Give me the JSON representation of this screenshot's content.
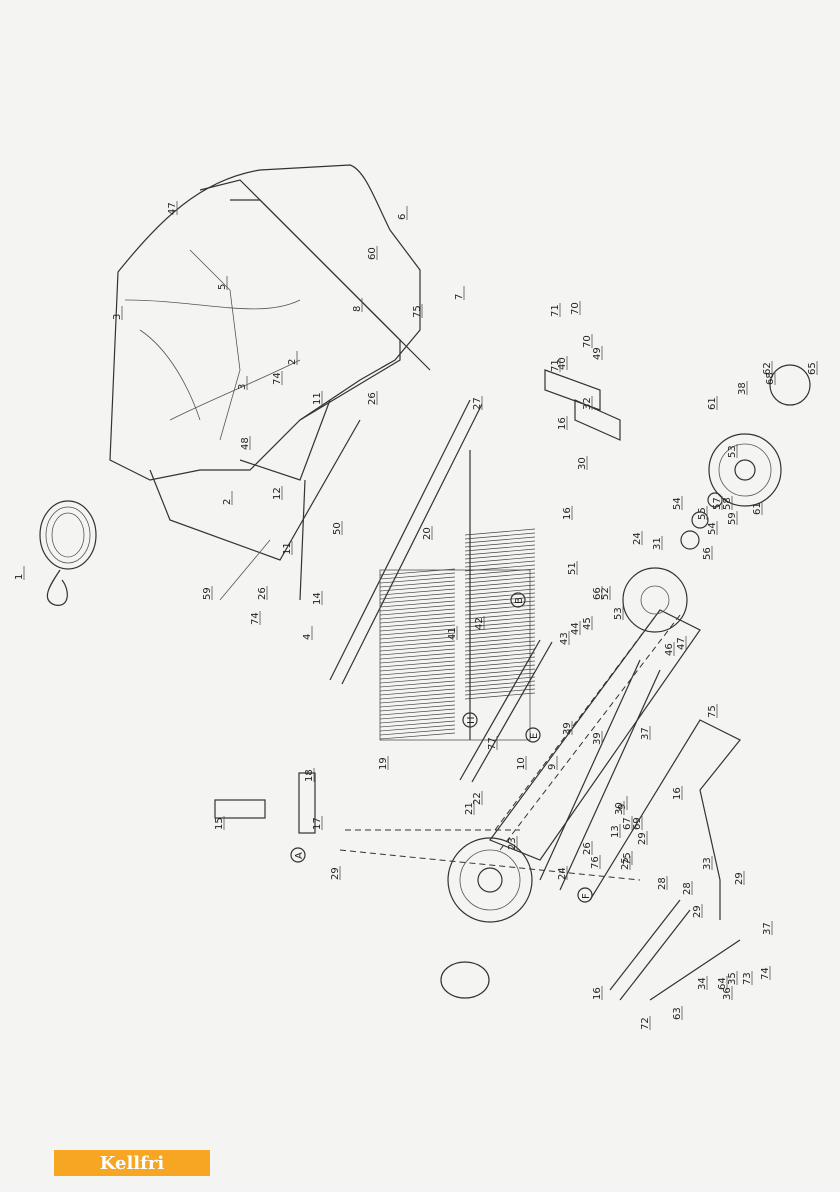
{
  "brand": {
    "name": "Kellfri",
    "color": "#f6a623"
  },
  "assemblies": [
    "A",
    "B",
    "E",
    "F",
    "H"
  ],
  "part_labels": [
    "1",
    "2",
    "2",
    "3",
    "3",
    "4",
    "5",
    "6",
    "7",
    "8",
    "9",
    "9",
    "10",
    "11",
    "11",
    "12",
    "13",
    "14",
    "15",
    "16",
    "16",
    "16",
    "16",
    "17",
    "18",
    "19",
    "20",
    "21",
    "22",
    "23",
    "24",
    "24",
    "25",
    "26",
    "26",
    "26",
    "27",
    "28",
    "28",
    "29",
    "29",
    "29",
    "29",
    "30",
    "30",
    "31",
    "32",
    "33",
    "34",
    "35",
    "36",
    "37",
    "37",
    "38",
    "39",
    "39",
    "40",
    "41",
    "42",
    "43",
    "44",
    "45",
    "46",
    "47",
    "47",
    "48",
    "49",
    "50",
    "51",
    "52",
    "53",
    "53",
    "54",
    "54",
    "55",
    "56",
    "57",
    "58",
    "59",
    "59",
    "60",
    "61",
    "61",
    "62",
    "63",
    "64",
    "65",
    "66",
    "67",
    "68",
    "69",
    "70",
    "70",
    "71",
    "71",
    "72",
    "73",
    "74",
    "74",
    "74",
    "75",
    "75",
    "75",
    "76",
    "77"
  ]
}
